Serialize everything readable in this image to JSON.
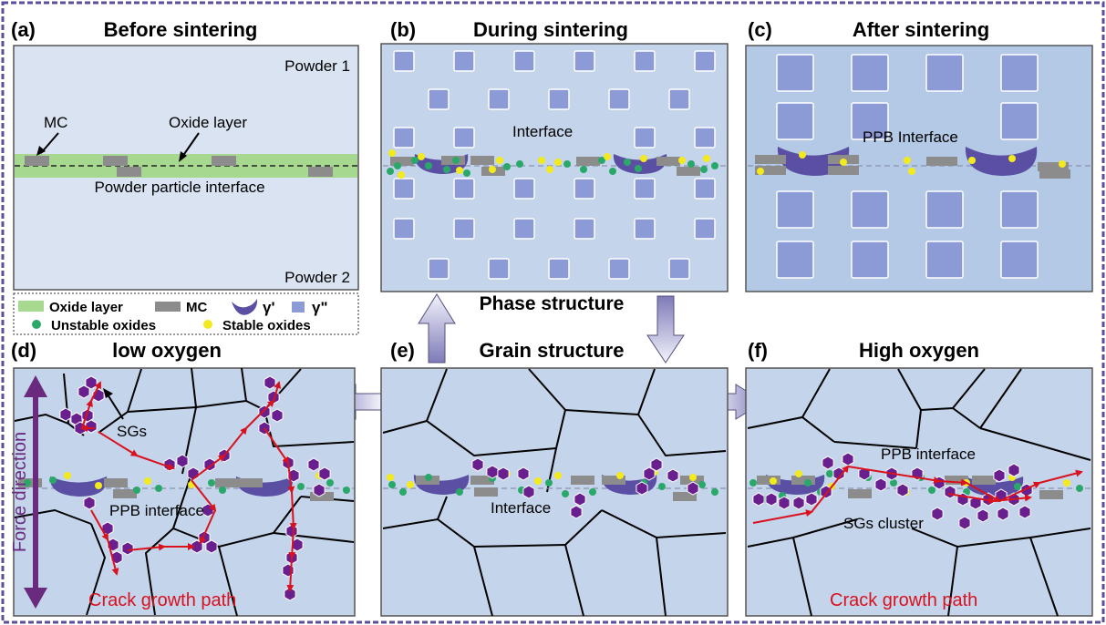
{
  "colors": {
    "frame": "#5b4f9c",
    "panel_light": "#d9e3f1",
    "panel_mid": "#c4d4ea",
    "panel_dark": "#b3c9e6",
    "oxide_layer": "#a6d890",
    "mc": "#8c8c8c",
    "gamma_prime": "#5a4fa3",
    "gamma_double_prime": "#8c9ad6",
    "unstable_oxide": "#2aa86a",
    "stable_oxide": "#f2ea1e",
    "sg": "#6a1f8e",
    "crack": "#d8121e",
    "arrow_fill": "#e0e3f3",
    "force_arrow": "#6a2a7e"
  },
  "panels": {
    "a": {
      "label": "(a)",
      "title": "Before sintering",
      "powder1": "Powder 1",
      "powder2": "Powder 2",
      "mc": "MC",
      "oxide": "Oxide layer",
      "interface": "Powder particle interface"
    },
    "b": {
      "label": "(b)",
      "title": "During sintering",
      "interface": "Interface"
    },
    "c": {
      "label": "(c)",
      "title": "After sintering",
      "interface": "PPB Interface"
    },
    "d": {
      "label": "(d)",
      "title": "low oxygen",
      "sgs": "SGs",
      "interface": "PPB interface",
      "crack": "Crack growth path",
      "force": "Force direction"
    },
    "e": {
      "label": "(e)",
      "title": "Grain structure",
      "interface": "Interface"
    },
    "f": {
      "label": "(f)",
      "title": "High oxygen",
      "interface": "PPB interface",
      "cluster": "SGs cluster",
      "crack": "Crack growth path"
    }
  },
  "phase_structure": "Phase structure",
  "legend": {
    "oxide_layer": "Oxide layer",
    "mc": "MC",
    "gamma_prime": "γ'",
    "gamma_double_prime": "γ\"",
    "unstable": "Unstable oxides",
    "stable": "Stable oxides"
  }
}
